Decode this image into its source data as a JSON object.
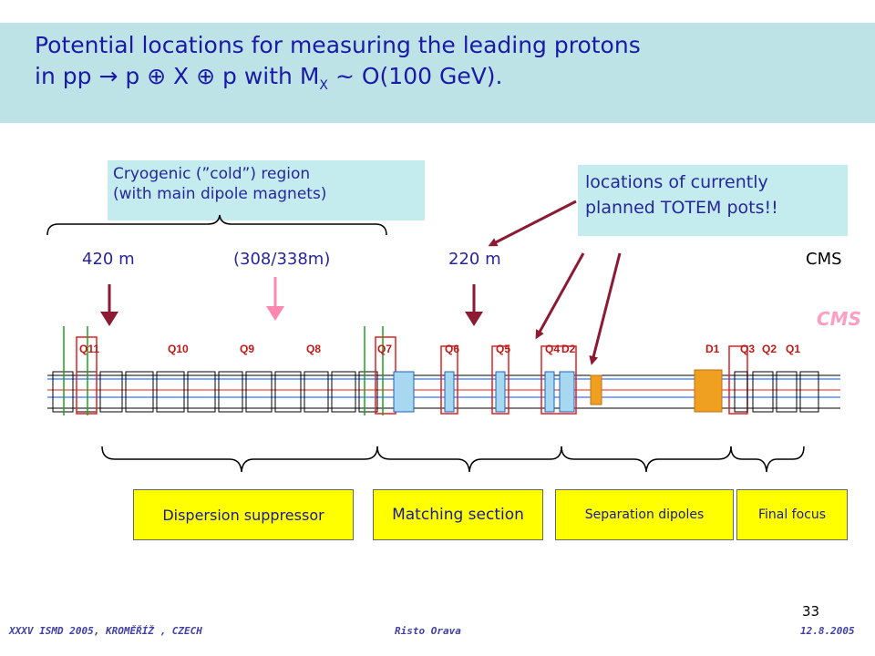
{
  "title": {
    "line1": "Potential locations for measuring the leading protons",
    "line2_pre": "in pp ",
    "line2_sym1": "→",
    "line2_p": " p ",
    "line2_sym2": "⊕",
    "line2_x": " X ",
    "line2_sym3": "⊕",
    "line2_post": " p with M",
    "line2_sub": "X",
    "line2_end": " ~ O(100 GeV)."
  },
  "callouts": {
    "cryogenic_line1": "Cryogenic (”cold”) region",
    "cryogenic_line2": "(with main dipole magnets)",
    "totem_line1": "locations of currently",
    "totem_line2": "planned TOTEM pots!!"
  },
  "locations": {
    "loc_420": "420 m",
    "loc_308": "(308/338m)",
    "loc_220": "220 m",
    "cms": "CMS"
  },
  "beamline": {
    "cms_logo": "CMS",
    "magnets": [
      "Q11",
      "Q10",
      "Q9",
      "Q8",
      "Q7",
      "Q6",
      "Q5",
      "Q4",
      "D2",
      "D1",
      "Q3",
      "Q2",
      "Q1"
    ]
  },
  "sections": {
    "dispersion": "Dispersion suppressor",
    "matching": "Matching section",
    "separation": "Separation dipoles",
    "final_focus": "Final focus"
  },
  "footer": {
    "left": "XXXV ISMD 2005, KROMĚŘÍŽ , CZECH",
    "center": "Risto Orava",
    "right": "12.8.2005",
    "page": "33"
  },
  "colors": {
    "title_band": "#bde3e6",
    "callout_bg": "#c4ecee",
    "arrow_dark": "#8b1a32",
    "arrow_pink": "#ff88b0",
    "box_yellow": "#ffff00"
  }
}
